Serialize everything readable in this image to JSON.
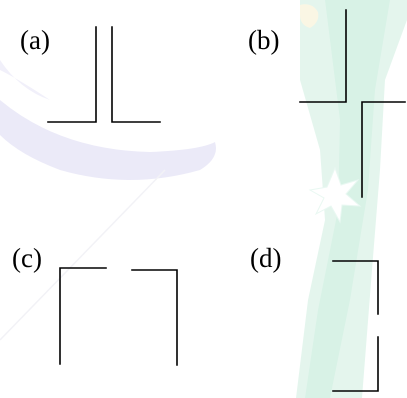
{
  "panels": [
    {
      "id": "a",
      "label": "(a)"
    },
    {
      "id": "b",
      "label": "(b)"
    },
    {
      "id": "c",
      "label": "(c)"
    },
    {
      "id": "d",
      "label": "(d)"
    }
  ],
  "colors": {
    "line": "#000000",
    "background": "#ffffff",
    "watermark_green": "#3fd39a",
    "watermark_purple": "#cbc8ee",
    "watermark_yellow": "#f3e7a8"
  }
}
